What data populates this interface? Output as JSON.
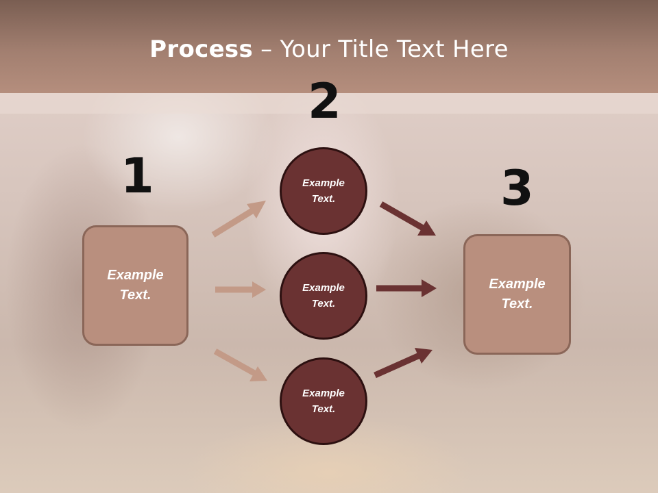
{
  "title": {
    "bold": "Process",
    "rest": " – Your Title Text Here"
  },
  "steps": [
    {
      "number": "1",
      "text": "Example Text."
    },
    {
      "number": "2",
      "items": [
        "Example Text.",
        "Example Text.",
        "Example Text."
      ]
    },
    {
      "number": "3",
      "text": "Example Text."
    }
  ],
  "colors": {
    "header": "#a27f70",
    "box_fill": "#b98f7e",
    "circle_fill": "#6a3232",
    "light_arrow": "#c39a87",
    "dark_arrow": "#6a3232"
  }
}
